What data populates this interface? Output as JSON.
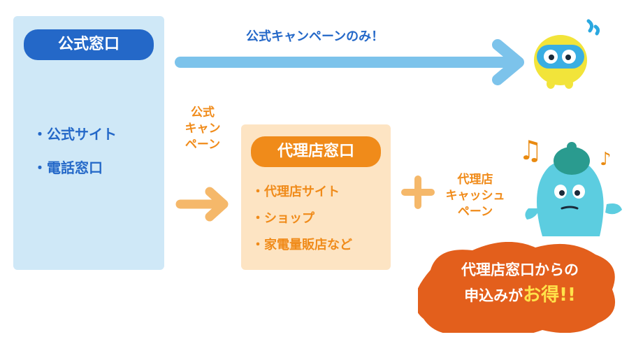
{
  "official": {
    "title": "公式窓口",
    "items": [
      "公式サイト",
      "電話窓口"
    ]
  },
  "official_campaign_label": "公式キャンペーンのみ！",
  "official_campaign_vertical": [
    "公式",
    "キャン",
    "ペーン"
  ],
  "agency": {
    "title": "代理店窓口",
    "items": [
      "代理店サイト",
      "ショップ",
      "家電量販店など"
    ]
  },
  "agency_cashback_label": [
    "代理店",
    "キャッシュ",
    "ペーン"
  ],
  "bubble": {
    "line1": "代理店窓口からの",
    "line2_prefix": "申込みが",
    "line2_emphasis": "お得!!"
  },
  "colors": {
    "blue": "#2468c8",
    "light_blue": "#cfe8f7",
    "arrow_blue": "#7cc3eb",
    "orange": "#f08b1a",
    "light_orange": "#fde4c3",
    "arrow_orange": "#f5b86a",
    "bubble_orange": "#e35f1c"
  }
}
